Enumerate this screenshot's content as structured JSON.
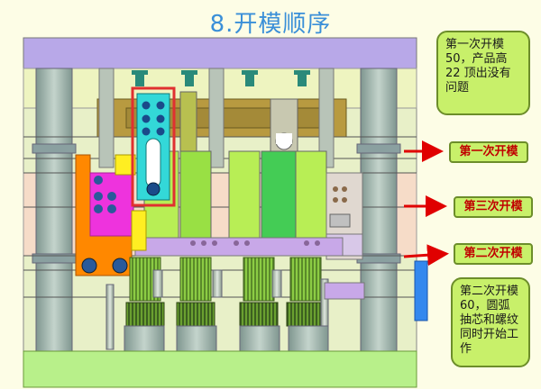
{
  "slide": {
    "title": "8.开模顺序"
  },
  "notes": {
    "top": "第一次开模50，产品高22 顶出没有问题",
    "bottom": "第二次开模60，圆弧抽芯和螺纹同时开始工作"
  },
  "stage_labels": {
    "first": "第一次开模",
    "third": "第三次开模",
    "second": "第二次开模"
  },
  "colors": {
    "title": "#3a8fd8",
    "note_fill": "#c8f06a",
    "arrow": "#e00000",
    "top_clamp_plate": "#b8a8e8",
    "bottom_clamp_plate": "#b8f08a",
    "cavity_plate": "#b89a40",
    "link_bar": "#33d8d8",
    "highlight_frame": "#e03030",
    "side_slider": "#ff8800",
    "magenta_block": "#ee33dd",
    "cores": [
      "#b8ee55",
      "#44cc55",
      "#99e044"
    ]
  }
}
